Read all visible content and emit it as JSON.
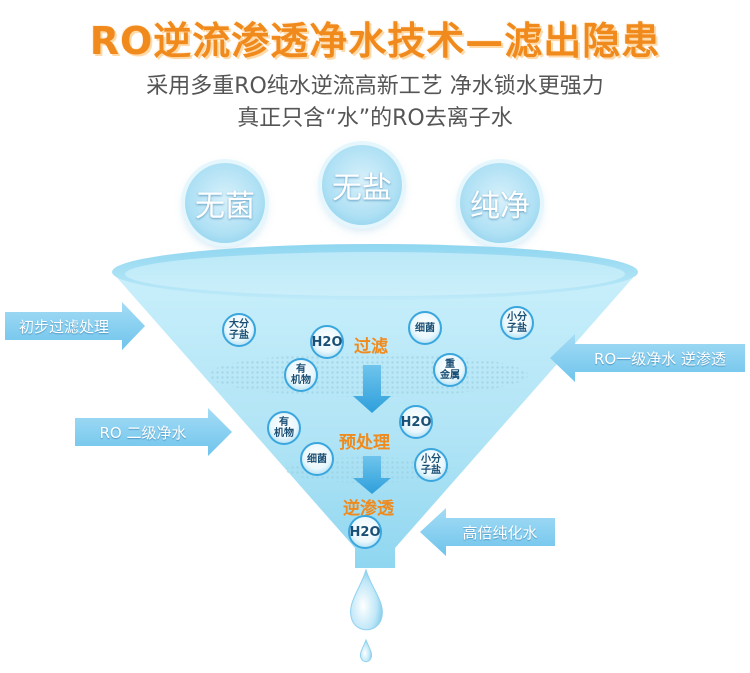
{
  "header": {
    "title": "RO逆流渗透净水技术—滤出隐患",
    "subtitle_line1": "采用多重RO纯水逆流高新工艺  净水锁水更强力",
    "subtitle_line2": "真正只含“水”的RO去离子水"
  },
  "bubbles": [
    {
      "label": "无菌"
    },
    {
      "label": "无盐"
    },
    {
      "label": "纯净"
    }
  ],
  "stages": {
    "stage1": "过滤",
    "stage2": "预处理",
    "stage3": "逆渗透"
  },
  "side_arrows": {
    "left1": "初步过滤处理",
    "left2": "RO 二级净水",
    "right1": "RO一级净水  逆渗透",
    "right2": "高倍纯化水"
  },
  "molecules": {
    "m1": {
      "line1": "大分",
      "line2": "子盐"
    },
    "m2": {
      "label": "H2O"
    },
    "m3": {
      "label": "细菌"
    },
    "m4": {
      "line1": "小分",
      "line2": "子盐"
    },
    "m5": {
      "line1": "有",
      "line2": "机物"
    },
    "m6": {
      "line1": "重",
      "line2": "金属"
    },
    "m7": {
      "line1": "有",
      "line2": "机物"
    },
    "m8": {
      "label": "H2O"
    },
    "m9": {
      "label": "细菌"
    },
    "m10": {
      "line1": "小分",
      "line2": "子盐"
    },
    "m11": {
      "label": "H2O"
    }
  },
  "colors": {
    "title_orange": "#f08a1c",
    "funnel_blue": "#aee3f5",
    "arrow_blue": "#7fcdf0",
    "stage_orange": "#f08a1c"
  }
}
